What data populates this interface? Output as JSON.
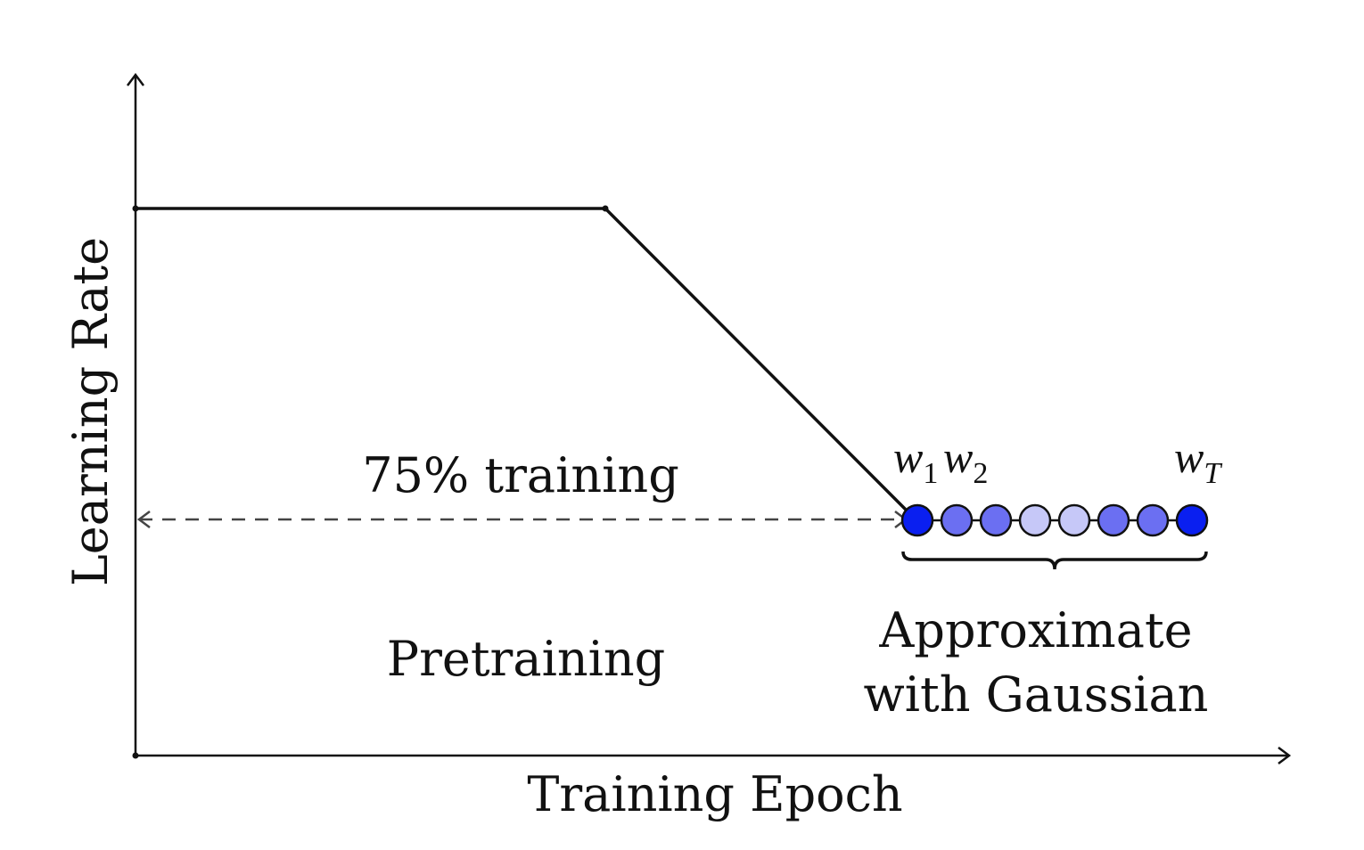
{
  "axes": {
    "x_label": "Training Epoch",
    "y_label": "Learning Rate"
  },
  "annotations": {
    "split_label": "75% training",
    "phase_label": "Pretraining",
    "swa_label_line1": "Approximate",
    "swa_label_line2": "with Gaussian"
  },
  "weights": {
    "w1": {
      "base": "w",
      "sub": "1"
    },
    "w2": {
      "base": "w",
      "sub": "2"
    },
    "wT": {
      "base": "w",
      "sub": "T"
    },
    "dot_fill_colors": [
      "#0a1ff0",
      "#6b6ff2",
      "#6b6ff2",
      "#c6c8f8",
      "#c6c8f8",
      "#6b6ff2",
      "#6b6ff2",
      "#0a1ff0"
    ]
  },
  "colors": {
    "line": "#111111",
    "dashed": "#444444"
  }
}
